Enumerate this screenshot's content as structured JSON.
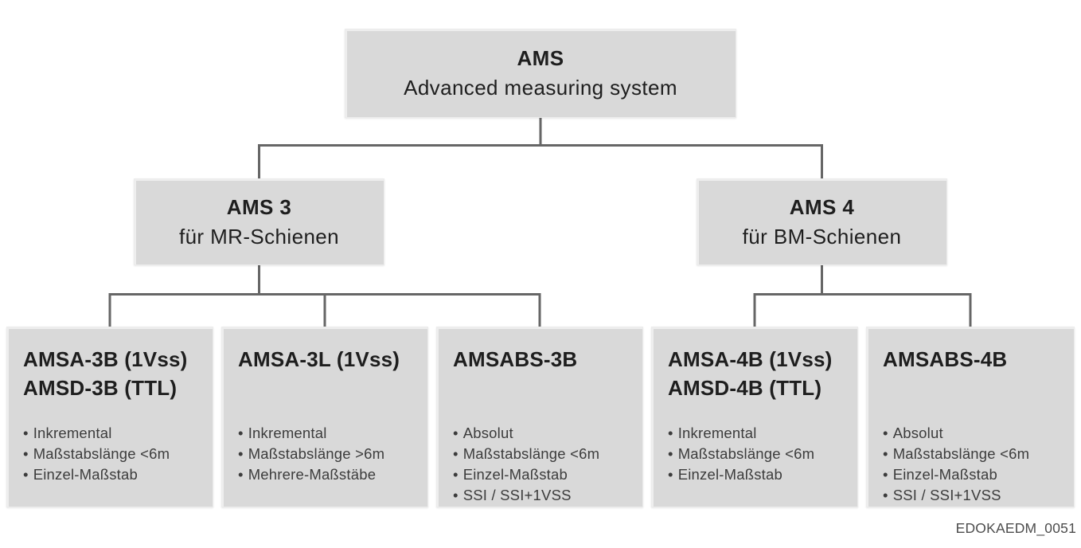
{
  "figure_label": "EDOKAEDM_0051",
  "root": {
    "title": "AMS",
    "subtitle": "Advanced measuring system"
  },
  "level2": [
    {
      "title": "AMS 3",
      "subtitle": "für MR-Schienen"
    },
    {
      "title": "AMS 4",
      "subtitle": "für BM-Schienen"
    }
  ],
  "leaves": [
    {
      "title_lines": [
        "AMSA-3B (1Vss)",
        "AMSD-3B (TTL)"
      ],
      "bullets": [
        "Inkremental",
        "Maßstabslänge <6m",
        "Einzel-Maßstab"
      ]
    },
    {
      "title_lines": [
        "AMSA-3L (1Vss)"
      ],
      "bullets": [
        "Inkremental",
        "Maßstabslänge >6m",
        "Mehrere-Maßstäbe"
      ]
    },
    {
      "title_lines": [
        "AMSABS-3B"
      ],
      "bullets": [
        "Absolut",
        "Maßstabslänge <6m",
        "Einzel-Maßstab",
        "SSI / SSI+1VSS"
      ]
    },
    {
      "title_lines": [
        "AMSA-4B (1Vss)",
        "AMSD-4B (TTL)"
      ],
      "bullets": [
        "Inkremental",
        "Maßstabslänge <6m",
        "Einzel-Maßstab"
      ]
    },
    {
      "title_lines": [
        "AMSABS-4B"
      ],
      "bullets": [
        "Absolut",
        "Maßstabslänge <6m",
        "Einzel-Maßstab",
        "SSI / SSI+1VSS"
      ]
    }
  ],
  "colors": {
    "box_bg": "#d9d9d9",
    "line": "#666666",
    "title_text": "#1e1e1e",
    "body_text": "#3c3c3c",
    "label_text": "#4d4d4d",
    "page_bg": "#ffffff"
  }
}
